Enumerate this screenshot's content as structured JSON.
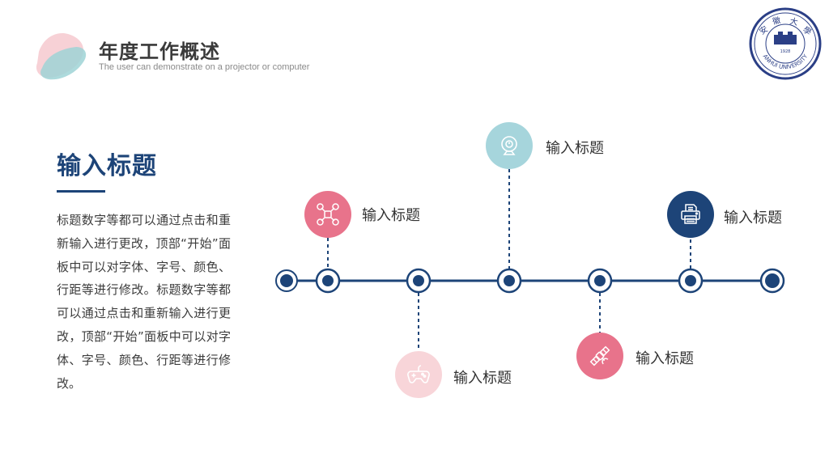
{
  "header": {
    "title": "年度工作概述",
    "subtitle": "The user can demonstrate on a projector or computer"
  },
  "seal": {
    "chars": [
      "安",
      "徽",
      "大",
      "學"
    ],
    "year": "1928",
    "english": "ANHUI UNIVERSITY"
  },
  "left": {
    "title": "输入标题",
    "body": "标题数字等都可以通过点击和重新输入进行更改，顶部“开始”面板中可以对字体、字号、颜色、行距等进行修改。标题数字等都可以通过点击和重新输入进行更改，顶部“开始”面板中可以对字体、字号、颜色、行距等进行修改。"
  },
  "timeline": {
    "nodes": [
      {
        "label": "输入标题",
        "icon": "drone-icon",
        "color": "#e8738b"
      },
      {
        "label": "输入标题",
        "icon": "game-controller-icon",
        "color": "#f8d5d9"
      },
      {
        "label": "输入标题",
        "icon": "webcam-icon",
        "color": "#a6d5dc"
      },
      {
        "label": "输入标题",
        "icon": "satellite-icon",
        "color": "#e8738b"
      },
      {
        "label": "输入标题",
        "icon": "printer-icon",
        "color": "#1d4478"
      }
    ]
  },
  "colors": {
    "navy": "#1d4478",
    "pink": "#e8738b",
    "light_pink": "#f8d5d9",
    "teal": "#a6d5dc"
  }
}
